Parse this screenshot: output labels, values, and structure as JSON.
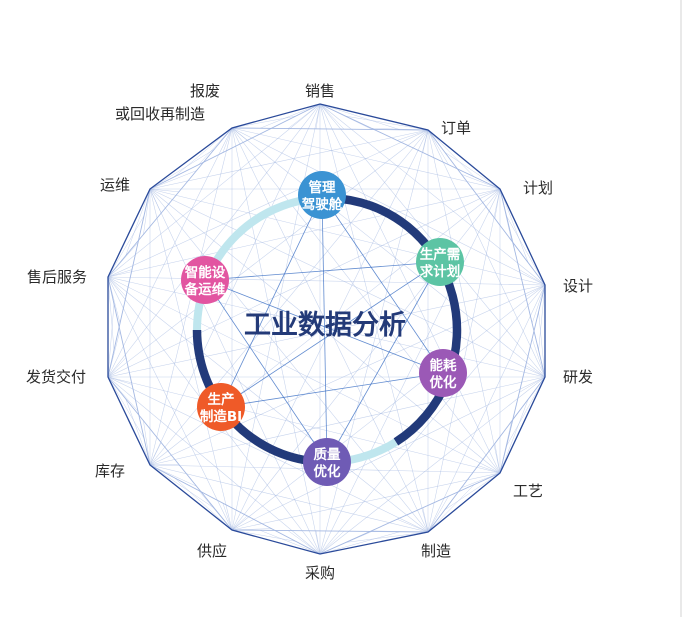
{
  "center_title": "工业数据分析",
  "outer_nodes": [
    {
      "id": "sales",
      "label": [
        "销售"
      ]
    },
    {
      "id": "order",
      "label": [
        "订单"
      ]
    },
    {
      "id": "plan",
      "label": [
        "计划"
      ]
    },
    {
      "id": "design",
      "label": [
        "设计"
      ]
    },
    {
      "id": "rnd",
      "label": [
        "研发"
      ]
    },
    {
      "id": "process",
      "label": [
        "工艺"
      ]
    },
    {
      "id": "manufacture",
      "label": [
        "制造"
      ]
    },
    {
      "id": "purchase",
      "label": [
        "采购"
      ]
    },
    {
      "id": "supply",
      "label": [
        "供应"
      ]
    },
    {
      "id": "inventory",
      "label": [
        "库存"
      ]
    },
    {
      "id": "delivery",
      "label": [
        "发货交付"
      ]
    },
    {
      "id": "after-sales",
      "label": [
        "售后服务"
      ]
    },
    {
      "id": "ops",
      "label": [
        "运维"
      ]
    },
    {
      "id": "scrap",
      "label": [
        "报废",
        "或回收再制造"
      ]
    }
  ],
  "inner_nodes": [
    {
      "id": "mgmt-cockpit",
      "label": [
        "管理",
        "驾驶舱"
      ],
      "color": "#3b93d3"
    },
    {
      "id": "demand-plan",
      "label": [
        "生产需",
        "求计划"
      ],
      "color": "#5cc4a4"
    },
    {
      "id": "energy-opt",
      "label": [
        "能耗",
        "优化"
      ],
      "color": "#9b59b6"
    },
    {
      "id": "quality-opt",
      "label": [
        "质量",
        "优化"
      ],
      "color": "#6f5bb5"
    },
    {
      "id": "production-bi",
      "label": [
        "生产",
        "制造BI"
      ],
      "color": "#ef5a28"
    },
    {
      "id": "smart-maintenance",
      "label": [
        "智能设",
        "备运维"
      ],
      "color": "#e255a1"
    }
  ],
  "colors": {
    "outline": "#2a4a9a",
    "mesh": "#9fb4e0",
    "ring_dark": "#223a7a",
    "ring_light": "#bfe6ee",
    "spoke": "#3b6fc4"
  }
}
